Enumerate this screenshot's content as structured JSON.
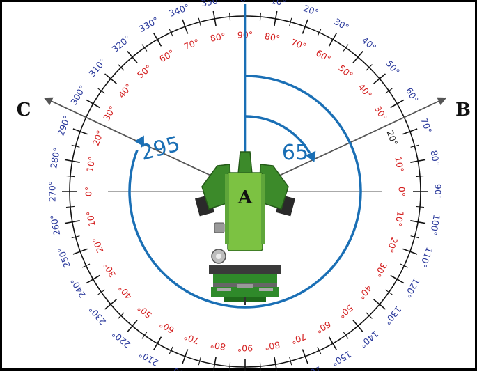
{
  "labels": {
    "point_a": "A",
    "point_b": "B",
    "point_c": "C"
  },
  "angles": {
    "to_b": "65",
    "to_c": "295"
  },
  "bearings": {
    "b": 65,
    "c": 295
  },
  "outer_scale": {
    "step": 10,
    "suffix": "°"
  },
  "inner_scale": {
    "suffix": "°",
    "values": [
      90,
      80,
      70,
      60,
      50,
      40,
      30,
      20,
      10,
      0,
      10,
      20,
      30,
      40,
      50,
      60,
      70,
      80,
      90,
      80,
      70,
      60,
      50,
      40,
      30,
      20,
      10,
      0,
      10,
      20,
      30,
      40,
      50,
      60,
      70,
      80
    ],
    "hidden_values": [
      0,
      90
    ]
  },
  "colors": {
    "outer_scale": "#2b3a9c",
    "inner_scale": "#d42020",
    "ring": "#111111",
    "arc": "#1a6fb5",
    "instrument_body": "#7cc242",
    "instrument_dark": "#3c8a2a",
    "frame": "#000000"
  },
  "icons": {
    "instrument": "theodolite-icon"
  }
}
